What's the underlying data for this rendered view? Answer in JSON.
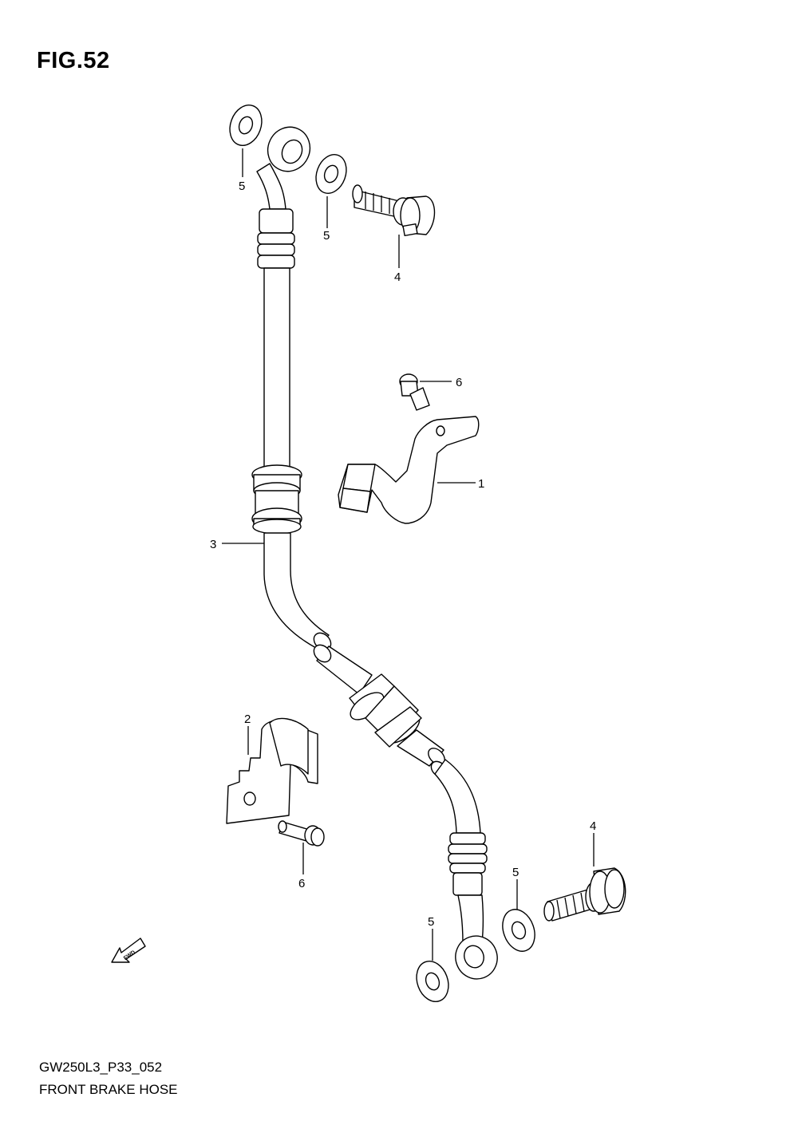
{
  "figure": {
    "title": "FIG.52",
    "code": "GW250L3_P33_052",
    "caption": "FRONT BRAKE HOSE"
  },
  "callouts": [
    {
      "id": "c1",
      "label": "1"
    },
    {
      "id": "c2",
      "label": "2"
    },
    {
      "id": "c3",
      "label": "3"
    },
    {
      "id": "c4a",
      "label": "4"
    },
    {
      "id": "c4b",
      "label": "4"
    },
    {
      "id": "c5a",
      "label": "5"
    },
    {
      "id": "c5b",
      "label": "5"
    },
    {
      "id": "c5c",
      "label": "5"
    },
    {
      "id": "c5d",
      "label": "5"
    },
    {
      "id": "c6a",
      "label": "6"
    },
    {
      "id": "c6b",
      "label": "6"
    }
  ],
  "direction_arrow": {
    "label": "FWD"
  }
}
